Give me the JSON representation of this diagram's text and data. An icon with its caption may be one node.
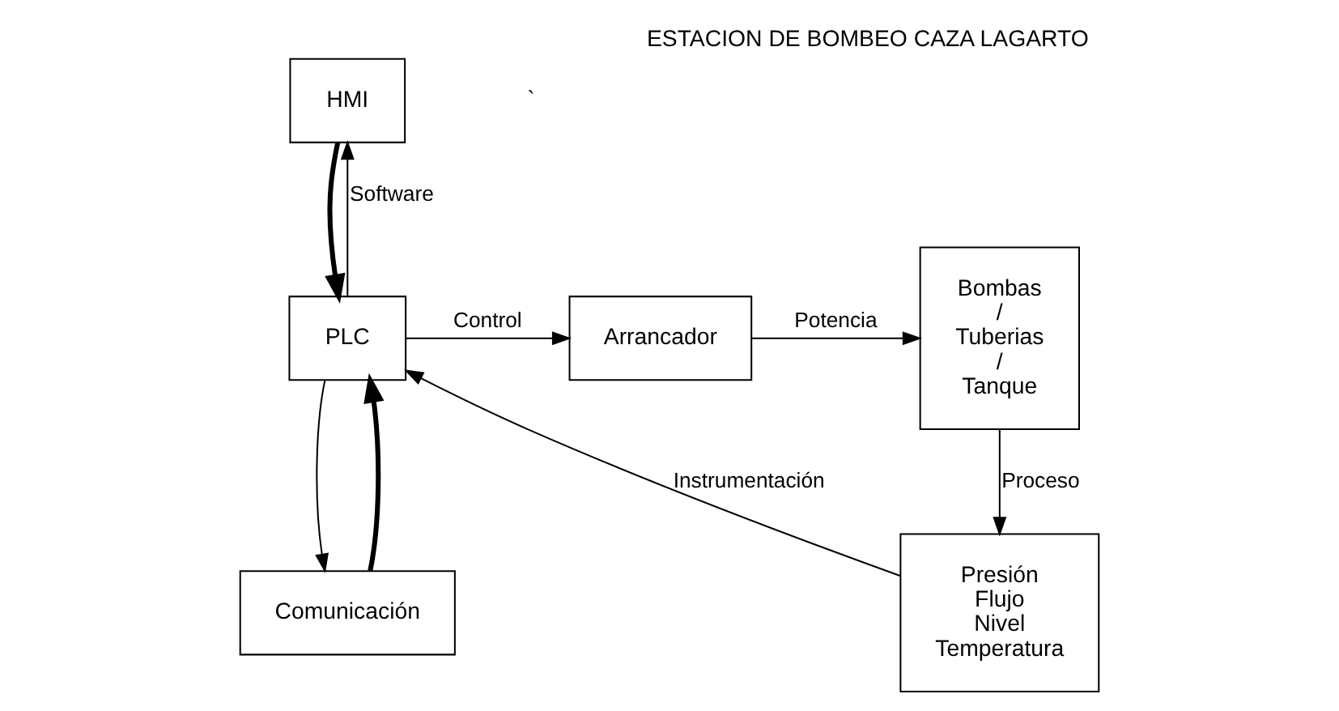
{
  "diagram": {
    "title": "ESTACION DE BOMBEO CAZA LAGARTO",
    "nodes": [
      {
        "text": [
          "HMI"
        ]
      },
      {
        "text": [
          "Comunicación"
        ]
      },
      {
        "text": [
          "PLC"
        ]
      },
      {
        "text": [
          "Arrancador"
        ]
      },
      {
        "text": [
          "Bombas / Tuberias / Tanque"
        ]
      },
      {
        "text": [
          "Presión Flujo Nivel Temperatura"
        ]
      }
    ],
    "edges": [
      {
        "from": 2,
        "to": 0,
        "arrow": "to",
        "label": "Software"
      },
      {
        "from": 2,
        "to": 1,
        "arrow": "to"
      },
      {
        "from": 0,
        "to": 2,
        "arrow": "to",
        "style": "thick"
      },
      {
        "from": 1,
        "to": 2,
        "arrow": "to",
        "style": "thick"
      },
      {
        "from": 2,
        "to": 3,
        "arrow": "to",
        "label": "Control"
      },
      {
        "from": 3,
        "to": 4,
        "arrow": "to",
        "label": "Potencia"
      },
      {
        "from": 4,
        "to": 5,
        "arrow": "to",
        "label": "Proceso"
      },
      {
        "from": 5,
        "to": 2,
        "arrow": "to",
        "label": "Instrumentación"
      }
    ],
    "labels": [
      "`"
    ]
  }
}
